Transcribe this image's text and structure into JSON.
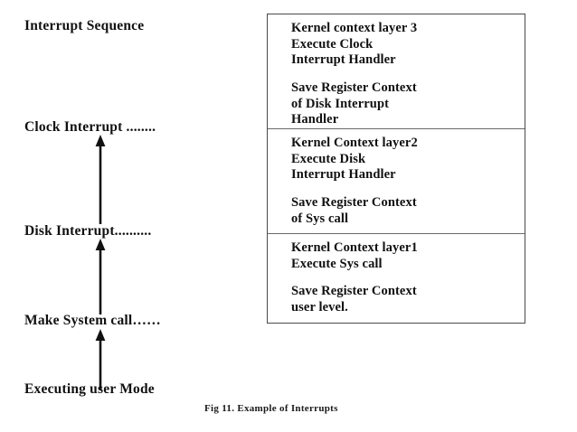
{
  "figure": {
    "title": "Interrupt Sequence",
    "caption": "Fig 11. Example of Interrupts"
  },
  "sequence": {
    "stages": [
      {
        "label": "Clock Interrupt ........"
      },
      {
        "label": "Disk Interrupt.........."
      },
      {
        "label": "Make System call……"
      },
      {
        "label": "Executing user Mode"
      }
    ],
    "arrows": [
      {
        "name": "arrow-make-system-call-to-disk-interrupt",
        "direction": "up"
      },
      {
        "name": "arrow-executing-user-mode-to-make-system-call",
        "direction": "up"
      },
      {
        "name": "arrow-disk-interrupt-to-clock-interrupt",
        "direction": "up"
      }
    ]
  },
  "context_stack": {
    "cells": [
      {
        "name": "kernel-context-layer-3",
        "block1": [
          "Kernel context layer 3",
          "Execute Clock",
          "Interrupt Handler"
        ],
        "block2": [
          "Save Register Context",
          "of Disk Interrupt",
          "Handler"
        ]
      },
      {
        "name": "kernel-context-layer-2",
        "block1": [
          "Kernel Context layer2",
          "Execute Disk",
          "Interrupt Handler"
        ],
        "block2": [
          "Save Register Context",
          "of Sys call"
        ]
      },
      {
        "name": "kernel-context-layer-1",
        "block1": [
          "Kernel Context layer1",
          "Execute Sys call"
        ],
        "block2": [
          "Save Register Context",
          "user level."
        ]
      }
    ]
  },
  "colors": {
    "ink": "#111111",
    "border": "#4a4a4a",
    "divider": "#6a6a6a",
    "background": "#ffffff"
  }
}
